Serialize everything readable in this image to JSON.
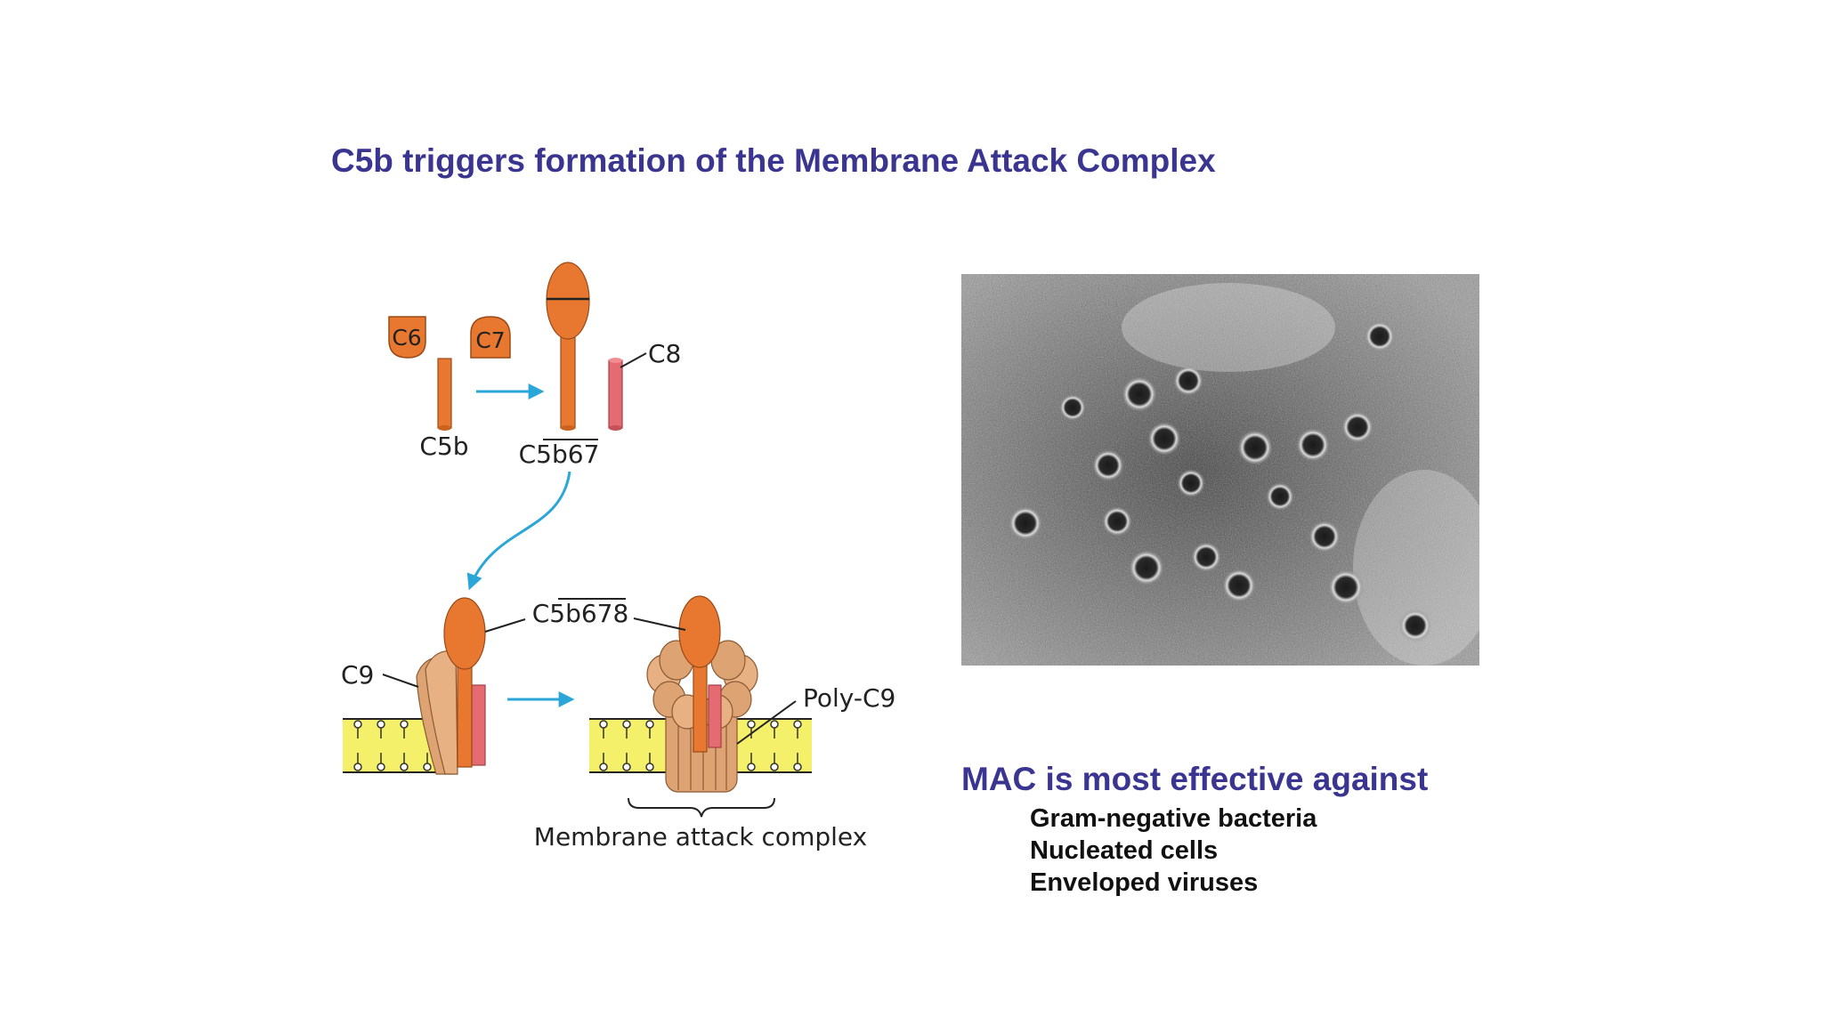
{
  "slide": {
    "title": "C5b triggers formation of the Membrane Attack Complex"
  },
  "diagram": {
    "labels": {
      "c6": "C6",
      "c7": "C7",
      "c8": "C8",
      "c5b": "C5b",
      "c5b67": "C5b67",
      "c5b678": "C5b678",
      "c9": "C9",
      "poly_c9": "Poly-C9",
      "membrane_attack_complex": "Membrane attack complex"
    },
    "colors": {
      "protein_orange": "#e8782f",
      "c8_pink": "#e56b72",
      "c9_tan": "#dea373",
      "membrane_yellow": "#f4f06a",
      "arrow_blue": "#2aa6d8"
    }
  },
  "micrograph": {
    "description_icon": "electron-micrograph-of-mac-pores"
  },
  "effectiveness": {
    "heading": "MAC is most effective against",
    "targets": [
      "Gram-negative bacteria",
      "Nucleated cells",
      "Enveloped viruses"
    ]
  }
}
